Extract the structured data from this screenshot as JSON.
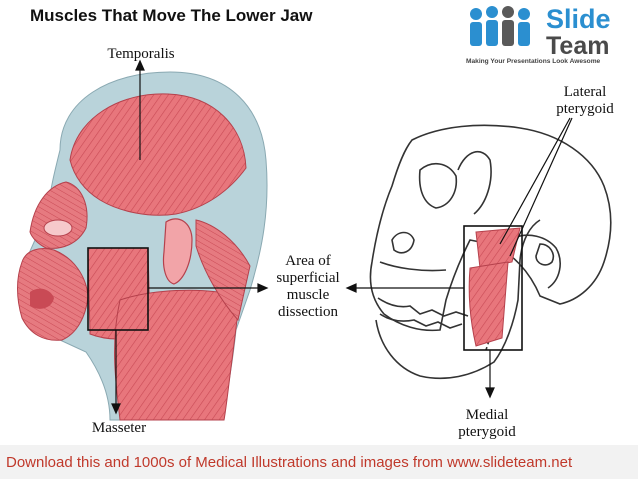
{
  "title": "Muscles That Move The Lower Jaw",
  "logo": {
    "word1": "Slide",
    "word2": "Team",
    "tagline": "Making Your Presentations Look Awesome",
    "icon": "people-group-icon"
  },
  "labels": {
    "temporalis": [
      "Temporalis"
    ],
    "lateral_pterygoid": [
      "Lateral",
      "pterygoid"
    ],
    "area": [
      "Area of",
      "superficial",
      "muscle",
      "dissection"
    ],
    "masseter": [
      "Masseter"
    ],
    "medial_pterygoid": [
      "Medial",
      "pterygoid"
    ]
  },
  "footer": "Download this and 1000s of Medical Illustrations and images from www.slideteam.net",
  "colors": {
    "muscle": "#e8767c",
    "muscle_dark": "#c94a55",
    "tendon": "#b9d3da",
    "skull_line": "#333333",
    "footer_text": "#c0392b",
    "brand_blue": "#2b8fd0"
  }
}
